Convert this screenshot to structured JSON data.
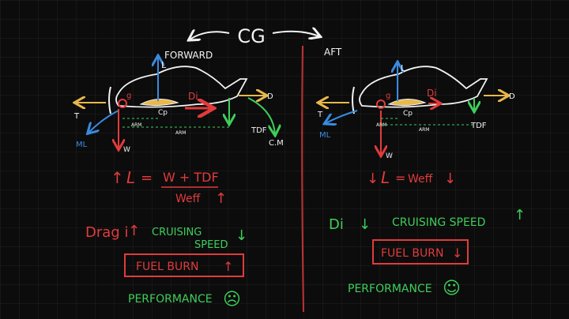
{
  "title": "CG",
  "left": {
    "heading": "FORWARD",
    "labels": {
      "lift": "L",
      "cg": "g",
      "cp": "Cp",
      "drag_induced": "Di",
      "drag": "D",
      "thrust": "T",
      "moment": "ML",
      "weight": "W",
      "tail_downforce": "TDF",
      "arm1": "ARM",
      "arm2": "ARM",
      "cm": "C.M"
    },
    "equation": {
      "arrow": "↑",
      "lhs": "L",
      "eq": "=",
      "numerator": "W + TDF",
      "denominator": "Weff",
      "den_arrow": "↑"
    },
    "drag_line": {
      "term": "Drag i",
      "term_arrow": "↑",
      "word1": "CRUISING",
      "word2": "SPEED",
      "speed_arrow": "↓"
    },
    "fuel": {
      "text": "FUEL BURN",
      "arrow": "↑"
    },
    "performance": {
      "text": "PERFORMANCE",
      "face": "☹"
    }
  },
  "right": {
    "heading": "AFT",
    "labels": {
      "lift": "L",
      "cg": "g",
      "cp": "Cp",
      "drag_induced": "Di",
      "drag": "D",
      "thrust": "T",
      "moment": "ML",
      "weight": "W",
      "tail_downforce": "TDF",
      "arm1": "ARM",
      "arm2": "ARM"
    },
    "equation": {
      "arrow": "↓",
      "lhs": "L",
      "eq": "=",
      "rhs": "Weff",
      "rhs_arrow": "↓"
    },
    "drag_line": {
      "term": "Di",
      "term_arrow": "↓",
      "text": "CRUISING SPEED",
      "speed_arrow": "↑"
    },
    "fuel": {
      "text": "FUEL BURN",
      "arrow": "↓"
    },
    "performance": {
      "text": "PERFORMANCE",
      "face": "☺"
    }
  },
  "colors": {
    "white": "#f2f2f2",
    "red": "#e23b3b",
    "yellow": "#e8b84a",
    "blue": "#3a8be0",
    "green": "#3ecf5a",
    "divider": "#c03232"
  }
}
